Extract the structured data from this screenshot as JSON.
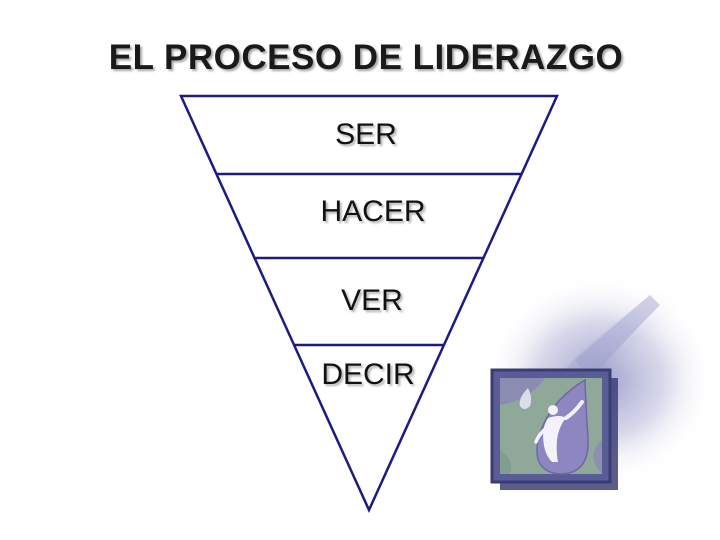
{
  "slide": {
    "title": "EL PROCESO DE LIDERAZGO"
  },
  "pyramid": {
    "levels": [
      {
        "label": "SER"
      },
      {
        "label": "HACER"
      },
      {
        "label": "VER"
      },
      {
        "label": "DECIR"
      }
    ],
    "stroke_color": "#1c1c80"
  },
  "clipart": {
    "icon": "person-in-drop-icon",
    "colors": {
      "frame": "#4c4f8e",
      "panel": "#7d7cad",
      "inner": "#8fa89a",
      "drop": "#8e86c0",
      "figure": "#f2f2f8",
      "glow": "#c7c8e0"
    }
  }
}
